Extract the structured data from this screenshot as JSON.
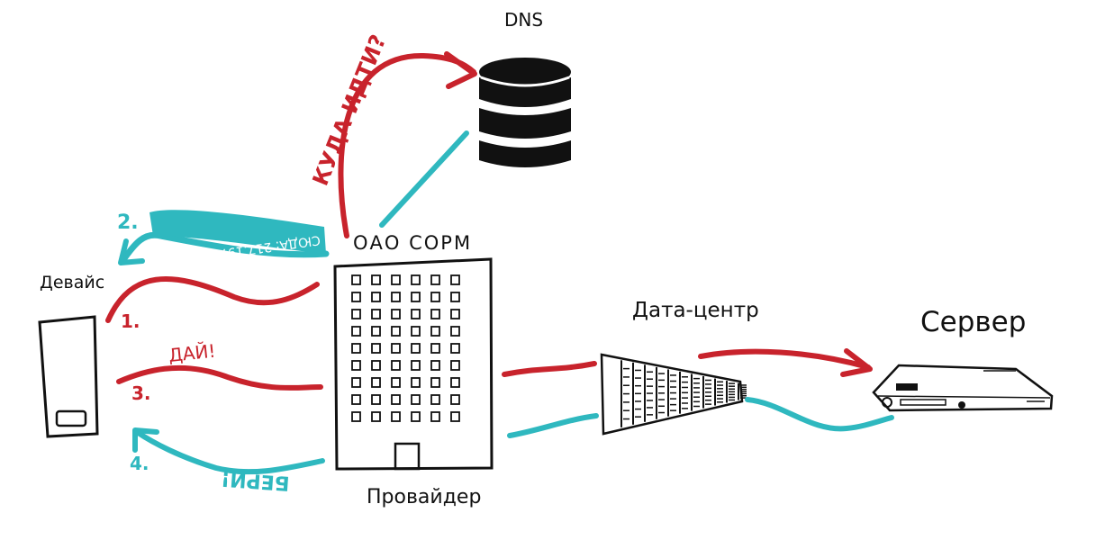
{
  "nodes": {
    "dns": "DNS",
    "device": "Девайс",
    "datacenter": "Дата-центр",
    "server": "Сервер",
    "provider": "Провайдер",
    "provider_company": "ОАО СОРМ"
  },
  "steps": {
    "step1_number": "1.",
    "step2_number": "2.",
    "step3_number": "3.",
    "step4_number": "4.",
    "query_label": "КУДА ИДТИ?",
    "dns_answer_label": "СЮДА: 217.197.227.132",
    "request_label": "ДАЙ!",
    "response_label": "БЕРИ!"
  },
  "colors": {
    "request": "#c8232c",
    "response": "#2fb8bf",
    "ink": "#111111"
  }
}
